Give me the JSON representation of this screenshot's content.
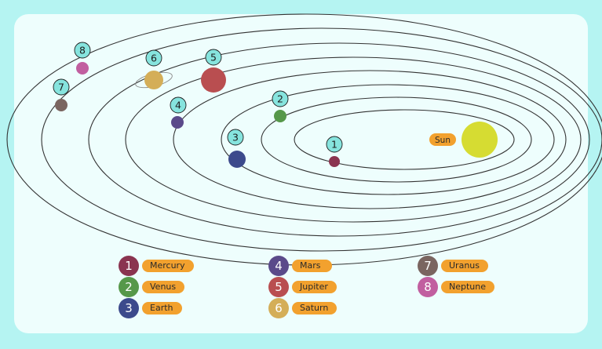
{
  "sun": {
    "label": "Sun",
    "color": "#d6dc32"
  },
  "planets": [
    {
      "number": "1",
      "name": "Mercury",
      "color": "#8a3450"
    },
    {
      "number": "2",
      "name": "Venus",
      "color": "#56984a"
    },
    {
      "number": "3",
      "name": "Earth",
      "color": "#3c4a8c"
    },
    {
      "number": "4",
      "name": "Mars",
      "color": "#5a4a8a"
    },
    {
      "number": "5",
      "name": "Jupiter",
      "color": "#b94e50"
    },
    {
      "number": "6",
      "name": "Saturn",
      "color": "#d4ae58"
    },
    {
      "number": "7",
      "name": "Uranus",
      "color": "#7a6560"
    },
    {
      "number": "8",
      "name": "Neptune",
      "color": "#c15fa0"
    }
  ],
  "marker_color": "#86e4de",
  "label_color": "#f2a12e"
}
